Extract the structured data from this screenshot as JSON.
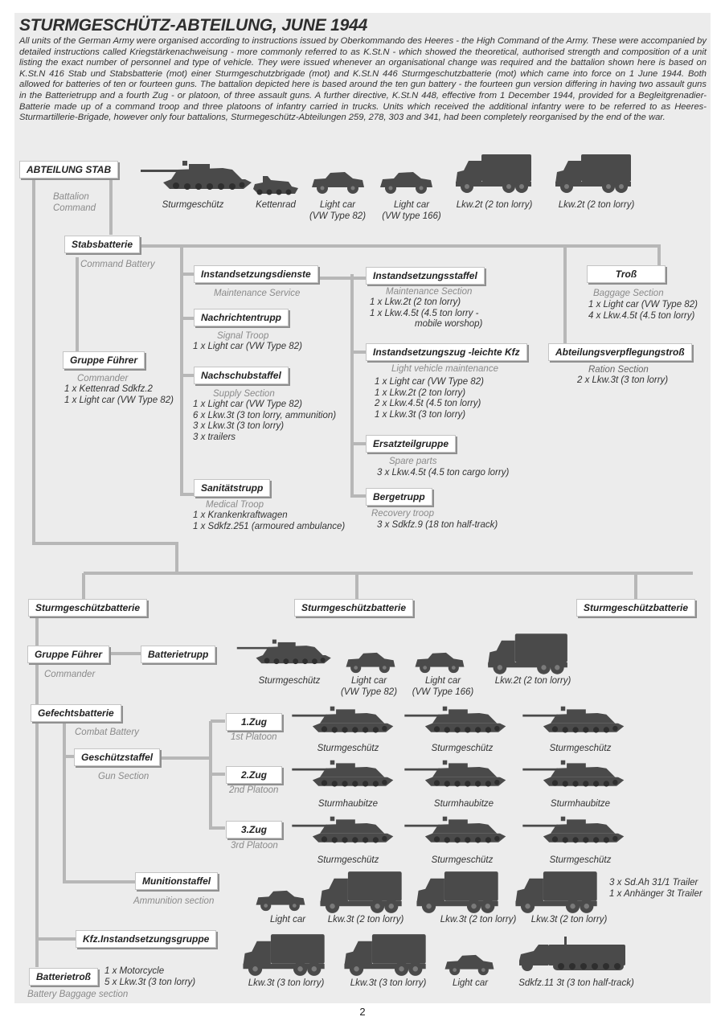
{
  "title": "STURMGESCHÜTZ-ABTEILUNG, JUNE 1944",
  "intro": "All units of the German Army were organised according to instructions issued by Oberkommando des Heeres - the High Command of the Army. These were accompanied by detailed instructions called Kriegstärkenachweisung - more commonly referred to as K.St.N - which showed the theoretical, authorised strength and composition of a unit listing the exact number of personnel and type of vehicle. They were issued whenever an organisational change was required and the battalion shown here is based on K.St.N 416 Stab und Stabsbatterie (mot) einer Sturmgeschutzbrigade (mot) and K.St.N 446 Sturmgeschutzbatterie (mot) which came into force on 1 June 1944. Both allowed for batteries of ten or fourteen guns. The battalion depicted here is based around the ten gun battery - the fourteen gun version differing in having two assault guns in the Batterietrupp and a fourth Zug - or platoon, of three assault guns. A further directive, K.St.N 448, effective from 1 December 1944, provided for a Begleitgrenadier-Batterie made up of a command troop and three platoons of infantry carried in trucks. Units which received the additional infantry were to be referred to as Heeres-Sturmartillerie-Brigade, however only four battalions, Sturmegeschütz-Abteilungen 259, 278, 303 and 341, had been completely reorganised by the end of the war.",
  "units": {
    "stab": {
      "label": "ABTEILUNG STAB",
      "sub": [
        "Battalion",
        "Command"
      ]
    },
    "stabsbatterie": {
      "label": "Stabsbatterie",
      "sub": "Command Battery"
    },
    "gruppe_fuehrer": {
      "label": "Gruppe Führer",
      "sub": "Commander",
      "details": [
        "1 x Kettenrad Sdkfz.2",
        "1 x Light car (VW Type 82)"
      ]
    },
    "instandsetzungsdienste": {
      "label": "Instandsetzungsdienste",
      "sub": "Maintenance Service"
    },
    "nachrichtentrupp": {
      "label": "Nachrichtentrupp",
      "sub": "Signal Troop",
      "details": [
        "1 x Light car (VW Type 82)"
      ]
    },
    "nachschubstaffel": {
      "label": "Nachschubstaffel",
      "sub": "Supply Section",
      "details": [
        "1 x Light car (VW Type 82)",
        "6 x Lkw.3t (3 ton lorry, ammunition)",
        "3 x Lkw.3t (3 ton lorry)",
        "3 x trailers"
      ]
    },
    "sanitaetstrupp": {
      "label": "Sanitätstrupp",
      "sub": "Medical Troop",
      "details": [
        "1 x Krankenkraftwagen",
        "1 x Sdkfz.251 (armoured ambulance)"
      ]
    },
    "instandsetzungsstaffel": {
      "label": "Instandsetzungsstaffel",
      "sub": "Maintenance Section",
      "details": [
        "1 x Lkw.2t (2 ton lorry)",
        "1 x Lkw.4.5t (4.5 ton lorry -",
        "mobile worshop)"
      ]
    },
    "instandsetzungszug": {
      "label": "Instandsetzungszug -leichte Kfz",
      "sub": "Light vehicle maintenance",
      "details": [
        "1 x Light car (VW Type 82)",
        "1 x Lkw.2t (2 ton lorry)",
        "2 x Lkw.4.5t (4.5 ton lorry)",
        "1 x Lkw.3t (3 ton lorry)"
      ]
    },
    "ersatzteilgruppe": {
      "label": "Ersatzteilgruppe",
      "sub": "Spare parts",
      "details": [
        "3 x Lkw.4.5t (4.5 ton cargo lorry)"
      ]
    },
    "bergetrupp": {
      "label": "Bergetrupp",
      "sub": "Recovery troop",
      "details": [
        "3 x Sdkfz.9 (18 ton half-track)"
      ]
    },
    "tross": {
      "label": "Troß",
      "sub": "Baggage Section",
      "details": [
        "1 x Light car (VW Type 82)",
        "4 x Lkw.4.5t (4.5 ton lorry)"
      ]
    },
    "verpflegungstross": {
      "label": "Abteilungsverpflegungstroß",
      "sub": "Ration Section",
      "details": [
        "2 x Lkw.3t (3 ton lorry)"
      ]
    },
    "batterie": {
      "label": "Sturmgeschützbatterie"
    },
    "b_gruppe_fuehrer": {
      "label": "Gruppe Führer",
      "sub": "Commander"
    },
    "batterietrupp": {
      "label": "Batterietrupp"
    },
    "gefechtsbatterie": {
      "label": "Gefechtsbatterie",
      "sub": "Combat Battery"
    },
    "geschuetzstaffel": {
      "label": "Geschützstaffel",
      "sub": "Gun Section"
    },
    "zug1": {
      "label": "1.Zug",
      "sub": "1st Platoon"
    },
    "zug2": {
      "label": "2.Zug",
      "sub": "2nd Platoon"
    },
    "zug3": {
      "label": "3.Zug",
      "sub": "3rd Platoon"
    },
    "munitionsstaffel": {
      "label": "Munitionstaffel",
      "sub": "Ammunition section",
      "details": [
        "3 x Sd.Ah 31/1 Trailer",
        "1 x Anhänger 3t Trailer"
      ]
    },
    "kfz": {
      "label": "Kfz.Instandsetzungsgruppe"
    },
    "batterietross": {
      "label": "Batterietroß",
      "sub": "Battery Baggage section",
      "details": [
        "1 x Motorcycle",
        "5 x Lkw.3t (3 ton lorry)"
      ]
    }
  },
  "vehicles": {
    "stab": [
      "Sturmgeschütz",
      "Kettenrad",
      "Light car\n(VW Type 82)",
      "Light car\n(VW type 166)",
      "Lkw.2t (2 ton lorry)",
      "Lkw.2t (2 ton lorry)"
    ],
    "batterietrupp": [
      "Sturmgeschütz",
      "Light car\n(VW Type 82)",
      "Light car\n(VW Type 166)",
      "Lkw.2t (2 ton lorry)"
    ],
    "zug1": [
      "Sturmgeschütz",
      "Sturmgeschütz",
      "Sturmgeschütz"
    ],
    "zug2": [
      "Sturmhaubitze",
      "Sturmhaubitze",
      "Sturmhaubitze"
    ],
    "zug3": [
      "Sturmgeschütz",
      "Sturmgeschütz",
      "Sturmgeschütz"
    ],
    "munitionsstaffel": [
      "Light car",
      "Lkw.3t (2 ton lorry)",
      "Lkw.3t (2 ton lorry)",
      "Lkw.3t (2 ton lorry)"
    ],
    "batterietross": [
      "Lkw.3t (3 ton lorry)",
      "Lkw.3t (3 ton lorry)",
      "Light car",
      "Sdkfz.11 3t (3 ton half-track)"
    ]
  },
  "colors": {
    "line": "#b7b7b7",
    "sheet": "#ececec",
    "silhouette": "#4a4a4a"
  },
  "page_number": "2"
}
